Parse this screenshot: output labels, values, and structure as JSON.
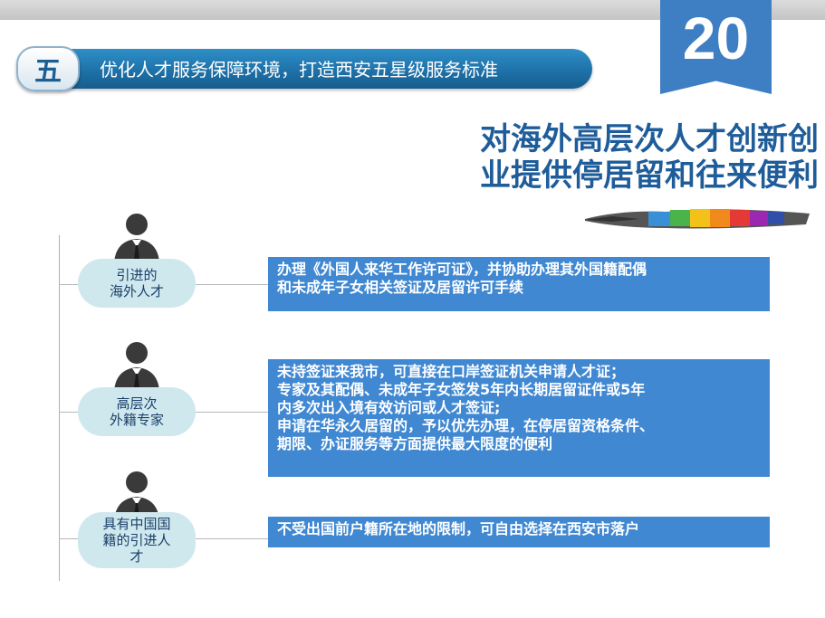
{
  "header": {
    "badge": "五",
    "title": "优化人才服务保障环境，打造西安五星级服务标准"
  },
  "page_number": "20",
  "main_title": {
    "line1": "对海外高层次人才创新创",
    "line2": "业提供停居留和往来便利"
  },
  "colors": {
    "header_blue": "#1d6fa6",
    "tab_blue": "#3e7fc4",
    "box_blue": "#4088d2",
    "node_fill": "#cfe8ee",
    "title_blue": "#1f5d9a"
  },
  "rows": [
    {
      "node": {
        "line1": "引进的",
        "line2": "海外人才",
        "line3": ""
      },
      "info": [
        "办理《外国人来华工作许可证》，并协助办理其外国籍配偶",
        "和未成年子女相关签证及居留许可手续"
      ]
    },
    {
      "node": {
        "line1": "高层次",
        "line2": "外籍专家",
        "line3": ""
      },
      "info": [
        "未持签证来我市，可直接在口岸签证机关申请人才证；",
        "专家及其配偶、未成年子女签发5年内长期居留证件或5年",
        "内多次出入境有效访问或人才签证;",
        "申请在华永久居留的，予以优先办理，在停居留资格条件、",
        "期限、办证服务等方面提供最大限度的便利"
      ]
    },
    {
      "node": {
        "line1": "具有中国国",
        "line2": "籍的引进人",
        "line3": "才"
      },
      "info": [
        "不受出国前户籍所在地的限制，可自由选择在西安市落户"
      ]
    }
  ]
}
